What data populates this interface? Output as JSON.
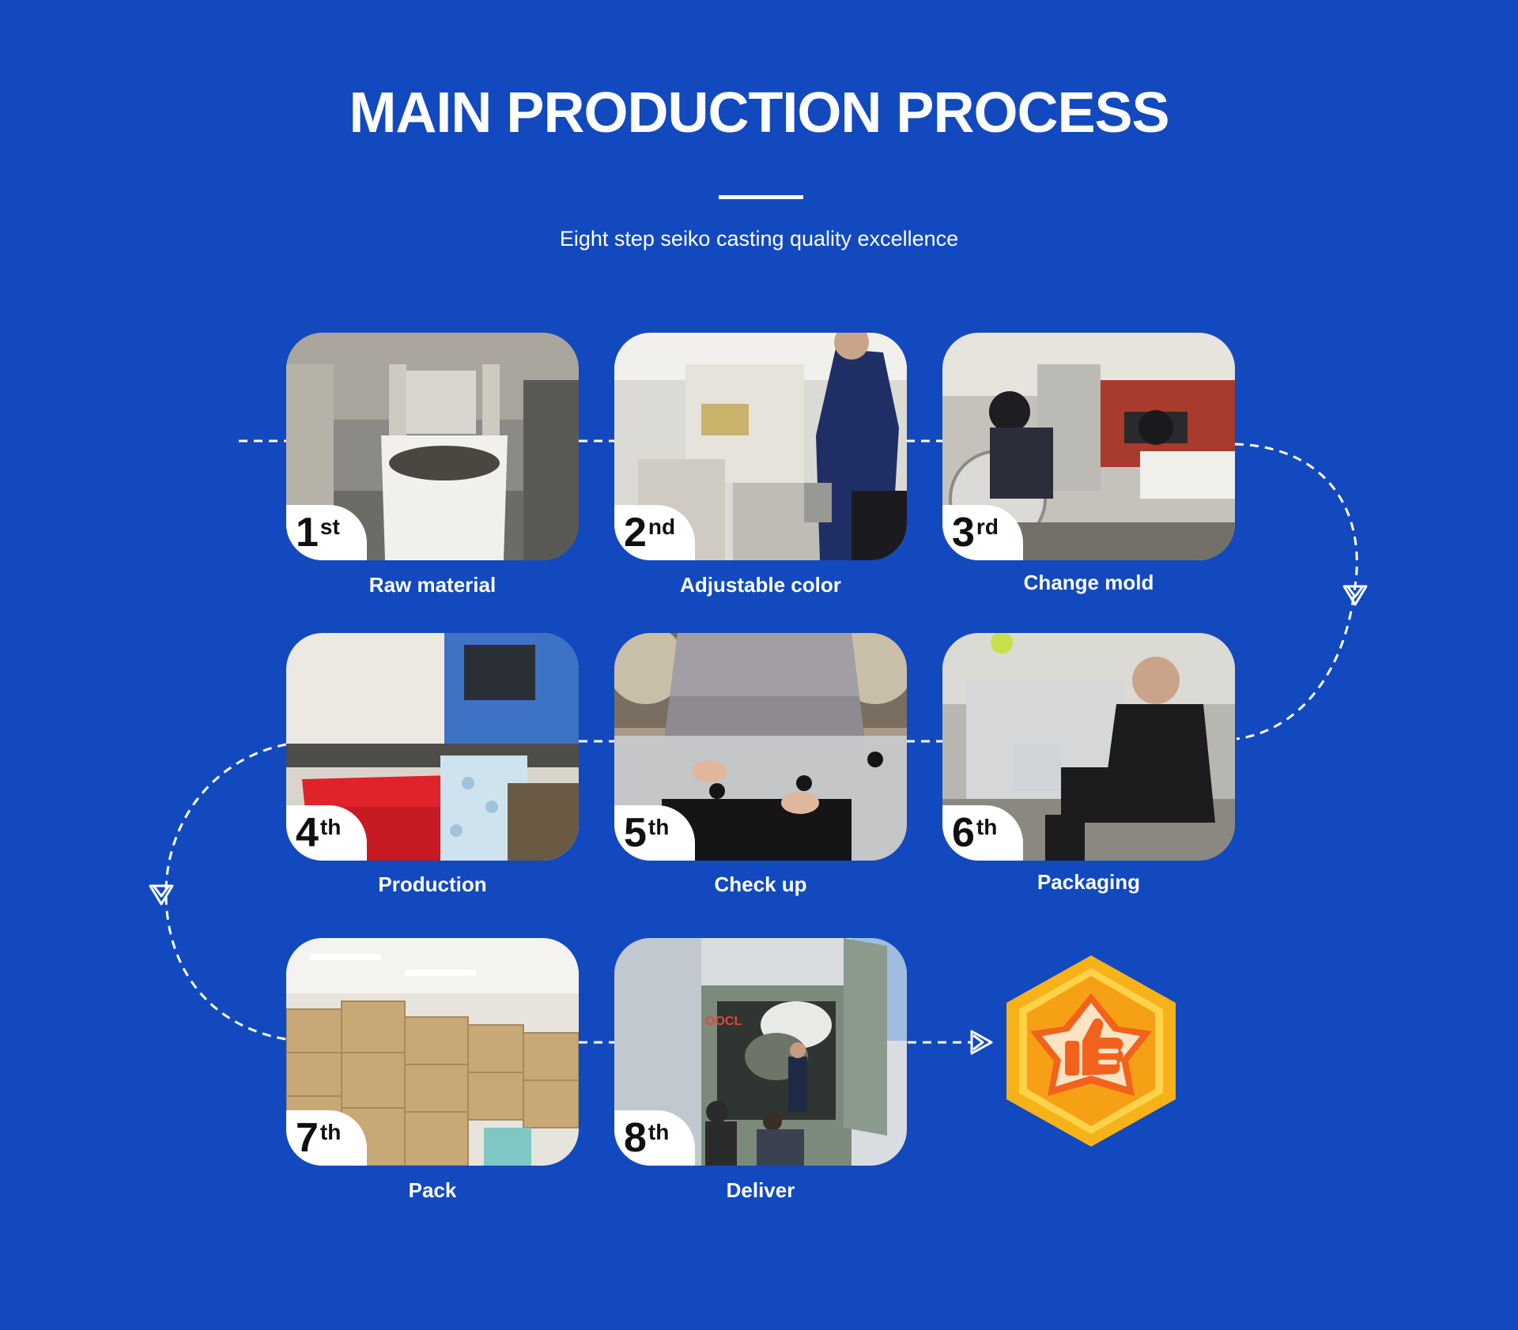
{
  "header": {
    "title": "MAIN PRODUCTION PROCESS",
    "subtitle": "Eight step seiko casting quality excellence"
  },
  "steps": [
    {
      "num": "1",
      "suffix": "st",
      "label": "Raw material",
      "scene": "hopper-machine"
    },
    {
      "num": "2",
      "suffix": "nd",
      "label": "Adjustable color",
      "scene": "crusher-machine"
    },
    {
      "num": "3",
      "suffix": "rd",
      "label": "Change mold",
      "scene": "mold-machine"
    },
    {
      "num": "4",
      "suffix": "th",
      "label": "Production",
      "scene": "injection-machine"
    },
    {
      "num": "5",
      "suffix": "th",
      "label": "Check up",
      "scene": "inspection-table"
    },
    {
      "num": "6",
      "suffix": "th",
      "label": "Packaging",
      "scene": "packaging-worker"
    },
    {
      "num": "7",
      "suffix": "th",
      "label": "Pack",
      "scene": "warehouse-boxes"
    },
    {
      "num": "8",
      "suffix": "th",
      "label": "Deliver",
      "scene": "container-loading"
    }
  ],
  "colors": {
    "background": "#1249BE",
    "medal_gold": "#F7B21A",
    "medal_orange": "#F2621D"
  },
  "medal": {
    "icon": "thumbs-up-medal-icon"
  }
}
